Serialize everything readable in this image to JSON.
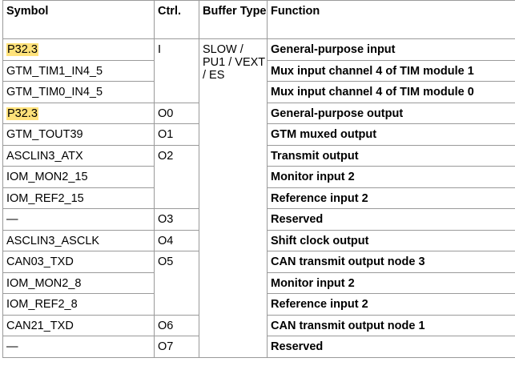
{
  "headers": {
    "symbol": "Symbol",
    "ctrl": "Ctrl.",
    "buffer": "Buffer Type",
    "function": "Function"
  },
  "buffer_type": "SLOW / PU1 / VEXT / ES",
  "rows": [
    {
      "symbol": "P32.3",
      "ctrl": "I",
      "function": "General-purpose input"
    },
    {
      "symbol": "GTM_TIM1_IN4_5",
      "ctrl": "",
      "function": "Mux input channel 4 of TIM module 1"
    },
    {
      "symbol": "GTM_TIM0_IN4_5",
      "ctrl": "",
      "function": "Mux input channel 4 of TIM module 0"
    },
    {
      "symbol": "P32.3",
      "ctrl": "O0",
      "function": "General-purpose output"
    },
    {
      "symbol": "GTM_TOUT39",
      "ctrl": "O1",
      "function": "GTM muxed output"
    },
    {
      "symbol": "ASCLIN3_ATX",
      "ctrl": "O2",
      "function": "Transmit output"
    },
    {
      "symbol": "IOM_MON2_15",
      "ctrl": "",
      "function": "Monitor input 2"
    },
    {
      "symbol": "IOM_REF2_15",
      "ctrl": "",
      "function": "Reference input 2"
    },
    {
      "symbol": "—",
      "ctrl": "O3",
      "function": "Reserved"
    },
    {
      "symbol": "ASCLIN3_ASCLK",
      "ctrl": "O4",
      "function": "Shift clock output"
    },
    {
      "symbol": "CAN03_TXD",
      "ctrl": "O5",
      "function": "CAN transmit output node 3"
    },
    {
      "symbol": "IOM_MON2_8",
      "ctrl": "",
      "function": "Monitor input 2"
    },
    {
      "symbol": "IOM_REF2_8",
      "ctrl": "",
      "function": "Reference input 2"
    },
    {
      "symbol": "CAN21_TXD",
      "ctrl": "O6",
      "function": "CAN transmit output node 1"
    },
    {
      "symbol": "—",
      "ctrl": "O7",
      "function": "Reserved"
    }
  ],
  "colors": {
    "highlight": "#ffe27a",
    "underline": "#e0202a",
    "border": "#9a9a9a"
  }
}
